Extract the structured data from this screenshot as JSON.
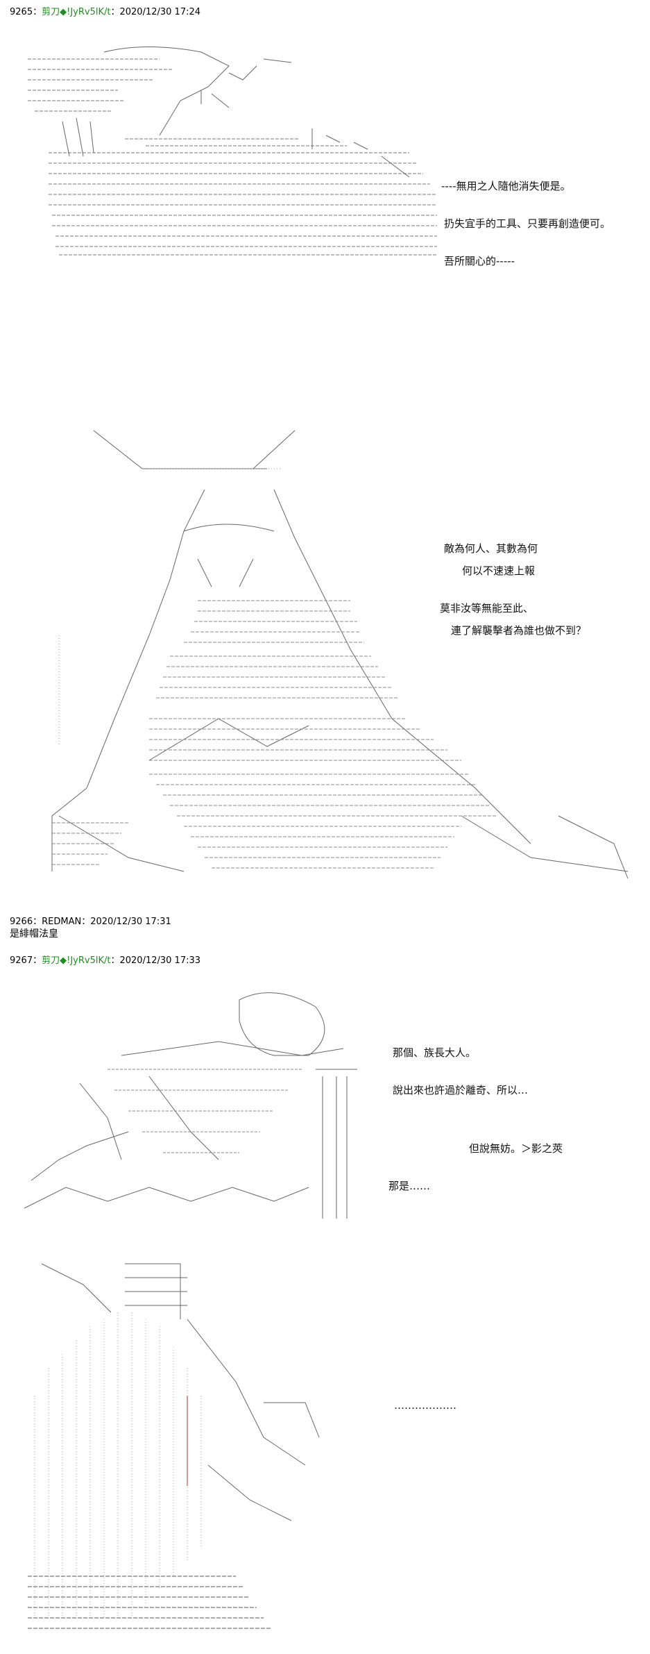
{
  "posts": [
    {
      "header": {
        "number": "9265",
        "sep": "：",
        "name": "剪刀◆!JyRv5lK/t",
        "datetime": "2020/12/30 17:24"
      },
      "dialogs": [
        "----無用之人隨他消失便是。",
        "扔失宜手的工具、只要再創造便可。",
        "吾所關心的-----",
        "敵為何人、其數為何",
        "何以不速速上報",
        "莫非汝等無能至此、",
        "連了解襲擊者為誰也做不到？"
      ]
    },
    {
      "header": {
        "number": "9266",
        "sep": "：",
        "name": "REDMAN",
        "datetime": "2020/12/30 17:31"
      },
      "body": "是緋帽法皇"
    },
    {
      "header": {
        "number": "9267",
        "sep": "：",
        "name": "剪刀◆!JyRv5lK/t",
        "datetime": "2020/12/30 17:33"
      },
      "dialogs": [
        "那個、族長大人。",
        "說出來也許過於離奇、所以…",
        "但說無妨。＞影之莢",
        "那是……",
        "………………"
      ]
    }
  ],
  "colors": {
    "green_name": "#228b22",
    "art_stroke": "#555555"
  }
}
